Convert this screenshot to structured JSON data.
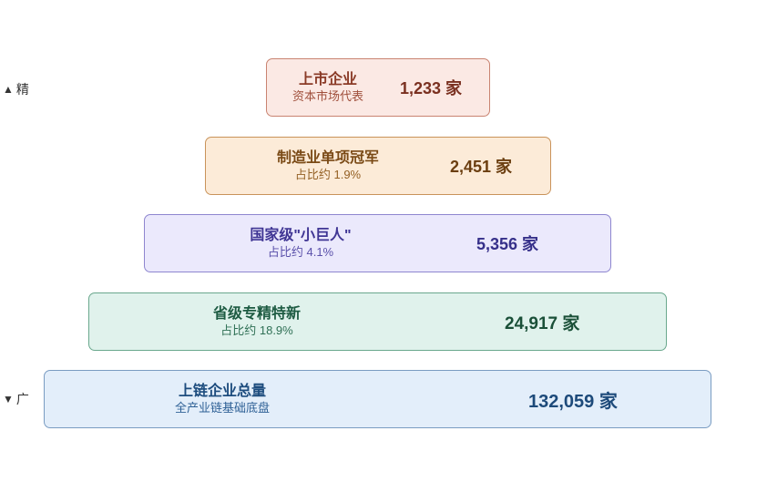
{
  "axis": {
    "top_arrow": "▲",
    "top_label": "精",
    "bottom_arrow": "▼",
    "bottom_label": "广"
  },
  "tiers": [
    {
      "name": "上市企业",
      "sub": "资本市场代表",
      "count": "1,233 家",
      "bg": "#fbe9e4",
      "border": "#c98371",
      "name_color": "#8a3a26",
      "sub_color": "#a0503c",
      "count_color": "#7a3020"
    },
    {
      "name": "制造业单项冠军",
      "sub": "占比约 1.9%",
      "count": "2,451 家",
      "bg": "#fcebd8",
      "border": "#c9935a",
      "name_color": "#7a4a16",
      "sub_color": "#946024",
      "count_color": "#6b3e10"
    },
    {
      "name": "国家级\"小巨人\"",
      "sub": "占比约 4.1%",
      "count": "5,356 家",
      "bg": "#ebe9fc",
      "border": "#8e86cf",
      "name_color": "#3f3594",
      "sub_color": "#5a50aa",
      "count_color": "#36308a"
    },
    {
      "name": "省级专精特新",
      "sub": "占比约 18.9%",
      "count": "24,917 家",
      "bg": "#e0f2ec",
      "border": "#6aa88d",
      "name_color": "#1d5b42",
      "sub_color": "#2f7055",
      "count_color": "#1a5038"
    },
    {
      "name": "上链企业总量",
      "sub": "全产业链基础底盘",
      "count": "132,059 家",
      "bg": "#e3eefa",
      "border": "#7a9cc2",
      "name_color": "#1d4c7e",
      "sub_color": "#2f6196",
      "count_color": "#1d4a7a"
    }
  ]
}
